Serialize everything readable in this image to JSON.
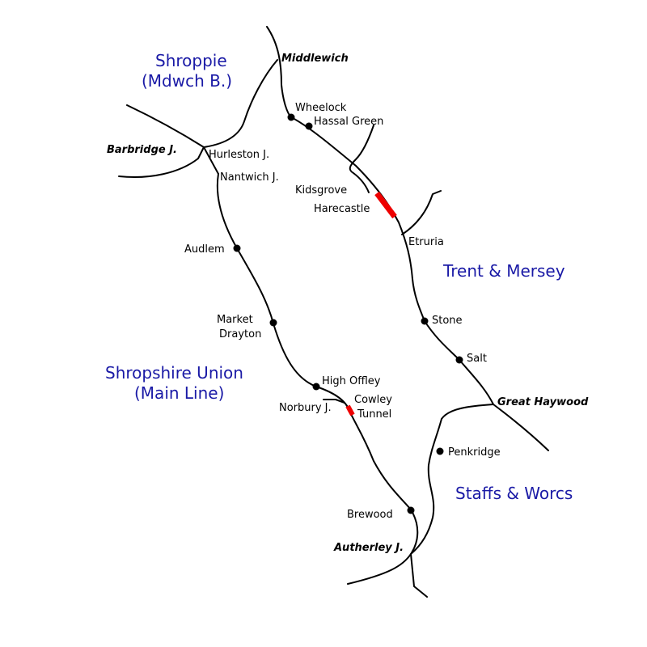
{
  "canals": {
    "shroppie_line1": "Shroppie",
    "shroppie_line2": "(Mdwch B.)",
    "trent_mersey": "Trent & Mersey",
    "shropshire_union_line1": "Shropshire Union",
    "shropshire_union_line2": "(Main Line)",
    "staffs_worcs": "Staffs & Worcs"
  },
  "junctions": {
    "middlewich": "Middlewich",
    "barbridge": "Barbridge J.",
    "great_haywood": "Great Haywood",
    "autherley": "Autherley J."
  },
  "places": {
    "wheelock": "Wheelock",
    "hassal_green": "Hassal Green",
    "hurleston": "Hurleston J.",
    "nantwich": "Nantwich J.",
    "kidsgrove": "Kidsgrove",
    "harecastle": "Harecastle",
    "etruria": "Etruria",
    "audlem": "Audlem",
    "market_drayton_line1": "Market",
    "market_drayton_line2": "Drayton",
    "stone": "Stone",
    "salt": "Salt",
    "high_offley": "High Offley",
    "norbury": "Norbury J.",
    "cowley_line1": "Cowley",
    "cowley_line2": "Tunnel",
    "penkridge": "Penkridge",
    "brewood": "Brewood"
  },
  "colors": {
    "line": "#000000",
    "tunnel": "#ee0000",
    "canal_label": "#1a1aa6",
    "background": "#ffffff"
  }
}
